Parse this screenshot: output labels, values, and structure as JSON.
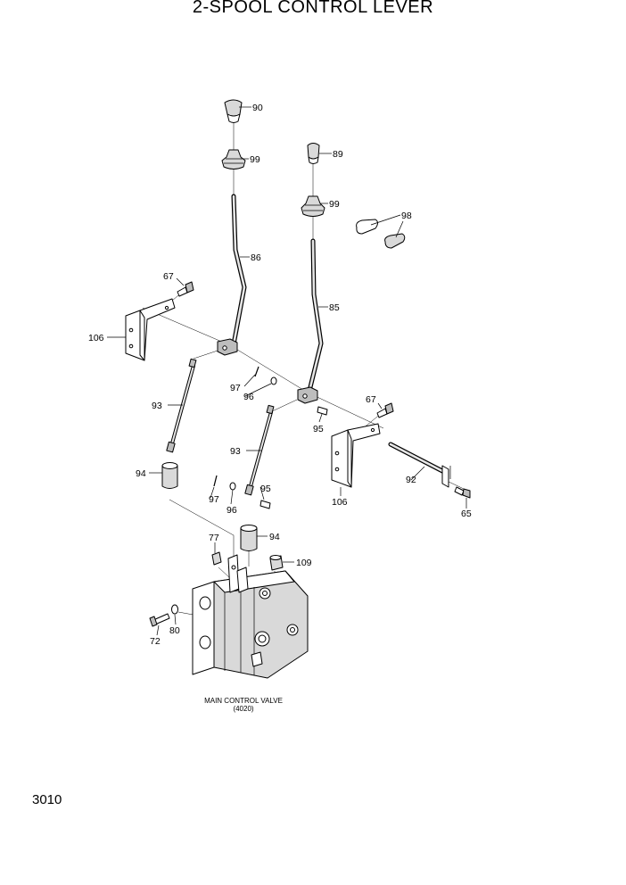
{
  "title": "2-SPOOL CONTROL LEVER",
  "page_number": "3010",
  "caption": {
    "line1": "MAIN CONTROL VALVE",
    "line2": "(4020)"
  },
  "callouts": {
    "c90": "90",
    "c99a": "99",
    "c89": "89",
    "c99b": "99",
    "c98": "98",
    "c86": "86",
    "c67a": "67",
    "c106a": "106",
    "c85": "85",
    "c97a": "97",
    "c96a": "96",
    "c67b": "67",
    "c93a": "93",
    "c95a": "95",
    "c93b": "93",
    "c92": "92",
    "c106b": "106",
    "c94a": "94",
    "c97b": "97",
    "c96b": "96",
    "c95b": "95",
    "c65": "65",
    "c77": "77",
    "c94b": "94",
    "c109": "109",
    "c72": "72",
    "c80": "80"
  }
}
